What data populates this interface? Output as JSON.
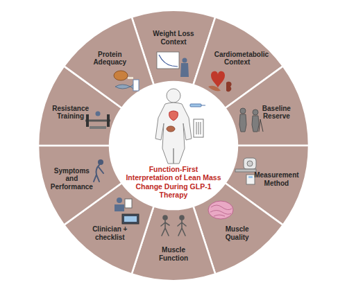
{
  "diagram": {
    "nodes": [
      {
        "text": [
          "Weight Loss Context"
        ]
      },
      {
        "text": [
          "Cardiometabolic Context"
        ]
      },
      {
        "text": [
          "Baseline Reserve"
        ]
      },
      {
        "text": [
          "Measurement Method"
        ]
      },
      {
        "text": [
          "Muscle Quality"
        ]
      },
      {
        "text": [
          "Muscle Function"
        ]
      },
      {
        "text": [
          "Clinician + checklist"
        ]
      },
      {
        "text": [
          "Symptoms and Performance"
        ]
      },
      {
        "text": [
          "Resistance Training"
        ]
      },
      {
        "text": [
          "Protein Adequacy"
        ]
      },
      {
        "text": [
          "Function-First Interpretation of Lean Mass Change During GLP-1 Therapy"
        ]
      }
    ]
  }
}
